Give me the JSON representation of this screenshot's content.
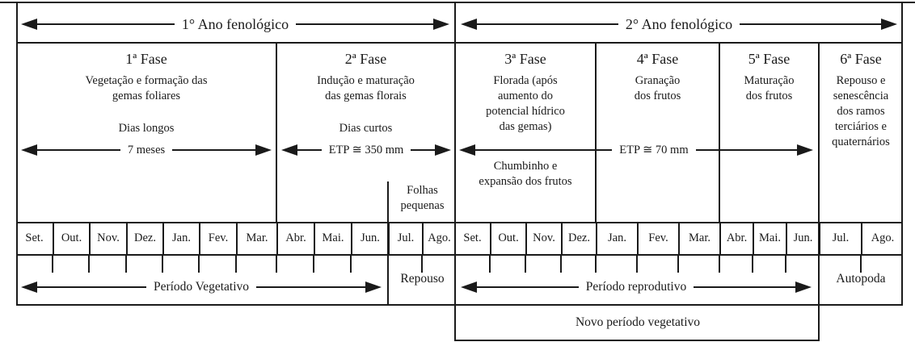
{
  "header": {
    "year1": "1° Ano fenológico",
    "year2": "2° Ano fenológico"
  },
  "phases": [
    {
      "title": "1ª Fase",
      "desc": "Vegetação e formação das\ngemas foliares",
      "sub": "Dias longos",
      "arrow": "7 meses"
    },
    {
      "title": "2ª Fase",
      "desc": "Indução e maturação\ndas gemas florais",
      "sub": "Dias curtos",
      "arrow": "ETP ≅ 350 mm"
    },
    {
      "title": "3ª Fase",
      "desc": "Florada (após\naumento do\npotencial hídrico\ndas gemas)",
      "below": "Chumbinho e\nexpansão dos frutos"
    },
    {
      "title": "4ª Fase",
      "desc": "Granação\ndos frutos"
    },
    {
      "title": "5ª Fase",
      "desc": "Maturação\ndos frutos"
    },
    {
      "title": "6ª Fase",
      "desc": "Repouso e\nsenescência\ndos ramos\nterciários e\nquaternários"
    }
  ],
  "etp70_label": "ETP ≅ 70 mm",
  "folhas_label": "Folhas\npequenas",
  "months": {
    "year1": [
      "Set.",
      "Out.",
      "Nov.",
      "Dez.",
      "Jan.",
      "Fev.",
      "Mar.",
      "Abr.",
      "Mai.",
      "Jun.",
      "Jul.",
      "Ago."
    ],
    "year2": [
      "Set.",
      "Out.",
      "Nov.",
      "Dez.",
      "Jan.",
      "Fev.",
      "Mar.",
      "Abr.",
      "Mai.",
      "Jun.",
      "Jul.",
      "Ago."
    ]
  },
  "periods": {
    "vegetativo": "Período Vegetativo",
    "repouso": "Repouso",
    "reprodutivo": "Período reprodutivo",
    "autopoda": "Autopoda",
    "novo": "Novo período vegetativo"
  },
  "colors": {
    "line": "#1a1a1a",
    "text": "#1a1a1a",
    "background": "#ffffff"
  }
}
